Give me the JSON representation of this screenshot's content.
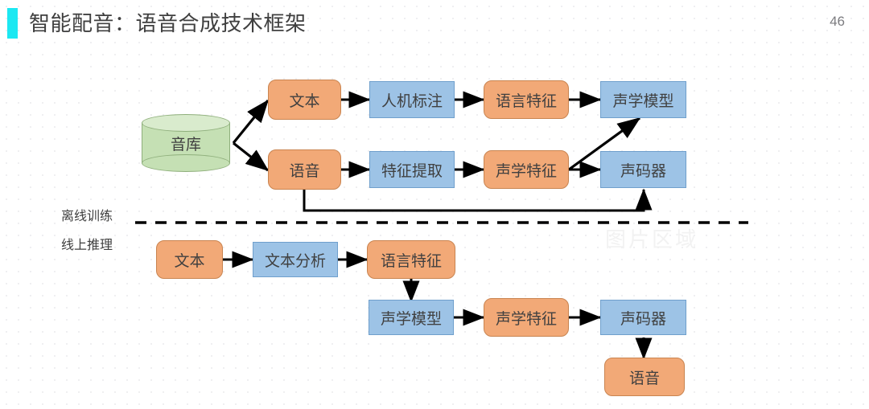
{
  "header": {
    "title": "智能配音：语音合成技术框架",
    "page_number": "46",
    "accent_color": "#1ce8f2"
  },
  "watermark": {
    "text": "图片区域"
  },
  "colors": {
    "orange_fill": "#f2a977",
    "orange_stroke": "#c98450",
    "blue_fill": "#9dc3e6",
    "blue_stroke": "#6f9fcc",
    "green_fill": "#c5e0b4",
    "green_top": "#d9ebcd",
    "green_stroke": "#8faf7c",
    "arrow": "#000000",
    "divider": "#000000"
  },
  "phases": {
    "offline_label": "离线训练",
    "online_label": "线上推理"
  },
  "diagram": {
    "offline": {
      "source": {
        "label": "音库",
        "shape": "cylinder",
        "color": "green"
      },
      "row_text": [
        {
          "label": "文本",
          "color": "orange"
        },
        {
          "label": "人机标注",
          "color": "blue"
        },
        {
          "label": "语言特征",
          "color": "orange"
        },
        {
          "label": "声学模型",
          "color": "blue"
        }
      ],
      "row_audio": [
        {
          "label": "语音",
          "color": "orange"
        },
        {
          "label": "特征提取",
          "color": "blue"
        },
        {
          "label": "声学特征",
          "color": "orange"
        },
        {
          "label": "声码器",
          "color": "blue"
        }
      ]
    },
    "online": {
      "row_one": [
        {
          "label": "文本",
          "color": "orange"
        },
        {
          "label": "文本分析",
          "color": "blue"
        },
        {
          "label": "语言特征",
          "color": "orange"
        }
      ],
      "row_two": [
        {
          "label": "声学模型",
          "color": "blue"
        },
        {
          "label": "声学特征",
          "color": "orange"
        },
        {
          "label": "声码器",
          "color": "blue"
        }
      ],
      "output": {
        "label": "语音",
        "color": "orange"
      }
    }
  }
}
